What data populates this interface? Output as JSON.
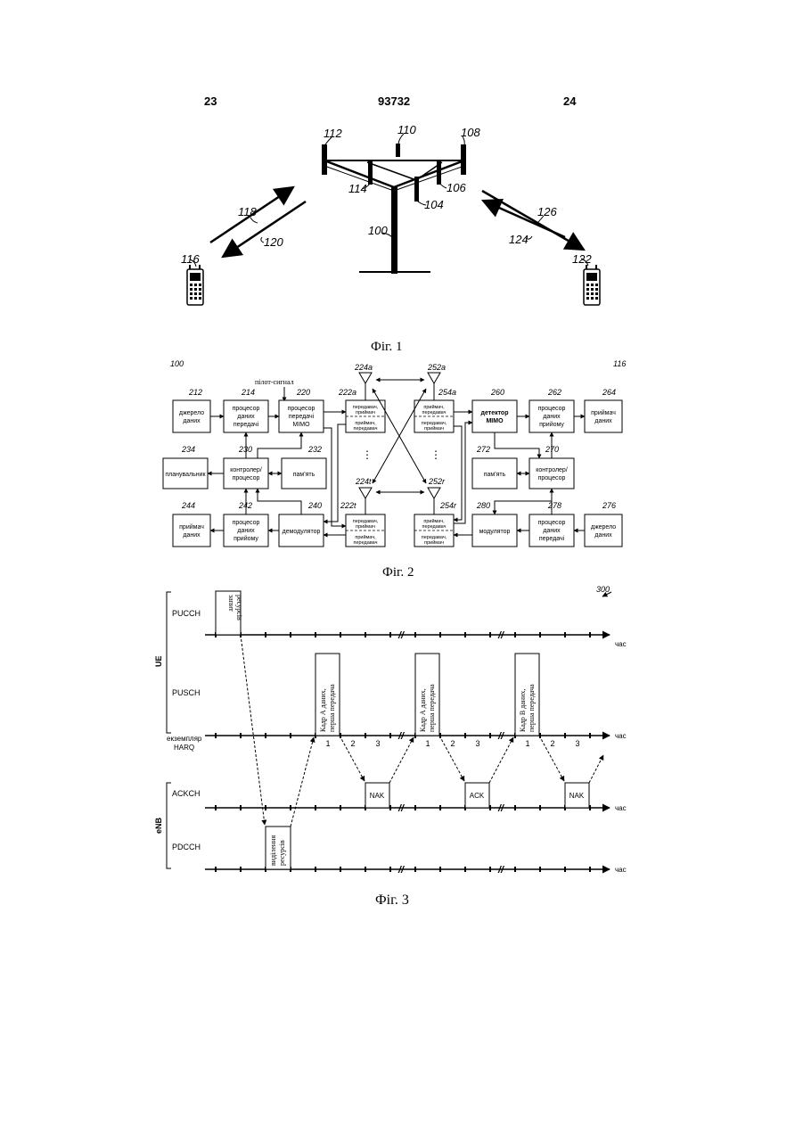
{
  "header": {
    "left": "23",
    "center": "93732",
    "right": "24"
  },
  "fig1": {
    "caption": "Фіг. 1",
    "refs": {
      "r112": "112",
      "r110": "110",
      "r108": "108",
      "r114": "114",
      "r106": "106",
      "r104": "104",
      "r118": "118",
      "r120": "120",
      "r126": "126",
      "r124": "124",
      "r100": "100",
      "r116": "116",
      "r122": "122"
    }
  },
  "fig2": {
    "caption": "Фіг. 2",
    "pilot": "пілот-сигнал",
    "dots": "⋮",
    "refs": {
      "r100": "100",
      "r116": "116",
      "r212": "212",
      "r214": "214",
      "r220": "220",
      "r222a": "222а",
      "r224a": "224а",
      "r252a": "252а",
      "r254a": "254а",
      "r260": "260",
      "r262": "262",
      "r264": "264",
      "r234": "234",
      "r230": "230",
      "r232": "232",
      "r272": "272",
      "r270": "270",
      "r224t": "224t",
      "r252r": "252r",
      "r244": "244",
      "r242": "242",
      "r240": "240",
      "r222t": "222t",
      "r254r": "254r",
      "r280": "280",
      "r278": "278",
      "r276": "276"
    },
    "boxes": {
      "src_l": [
        "джерело",
        "даних"
      ],
      "txproc_l": [
        "процесор",
        "даних",
        "передачі"
      ],
      "mimo_tx": [
        "процесор",
        "передачі",
        "MIMO"
      ],
      "xcv_a_top": [
        "передавач,",
        "приймач"
      ],
      "xcv_a_bot": [
        "приймач,",
        "передавач"
      ],
      "xcv_r1_top": [
        "приймач,",
        "передавач"
      ],
      "xcv_r1_bot": [
        "передавач,",
        "приймач"
      ],
      "mimo_det": [
        "детектор",
        "MIMO"
      ],
      "rxproc_r": [
        "процесор",
        "даних",
        "прийому"
      ],
      "sink_r": [
        "приймач",
        "даних"
      ],
      "sched": [
        "планувальник"
      ],
      "ctrl_l": [
        "контролер/",
        "процесор"
      ],
      "mem_l": [
        "пам'ять"
      ],
      "mem_r": [
        "пам'ять"
      ],
      "ctrl_r": [
        "контролер/",
        "процесор"
      ],
      "sink_l": [
        "приймач",
        "даних"
      ],
      "rxproc_l": [
        "процесор",
        "даних",
        "прийому"
      ],
      "demod": [
        "демодулятор"
      ],
      "xcv_t_top": [
        "передавач,",
        "приймач"
      ],
      "xcv_t_bot": [
        "приймач,",
        "передавач"
      ],
      "xcv_r2_top": [
        "приймач,",
        "передавач"
      ],
      "xcv_r2_bot": [
        "передавач,",
        "приймач"
      ],
      "mod": [
        "модулятор"
      ],
      "txproc_r": [
        "процесор",
        "даних",
        "передачі"
      ],
      "src_r": [
        "джерело",
        "даних"
      ]
    }
  },
  "fig3": {
    "caption": "Фіг. 3",
    "ref": "300",
    "ue": "UE",
    "enb": "eNB",
    "pucch": "PUCCH",
    "pusch": "PUSCH",
    "ackch": "ACKCH",
    "pdcch": "PDCCH",
    "harq": [
      "екземпляр",
      "HARQ"
    ],
    "time": "час",
    "req": [
      "запит",
      "ресурсів"
    ],
    "grant": [
      "виділення",
      "ресурсів"
    ],
    "frameA": [
      "Кадр А даних,",
      "перша передача"
    ],
    "frameB": [
      "Кадр В даних,",
      "перша передача"
    ],
    "nak": "NAK",
    "ack": "ACK",
    "n1": "1",
    "n2": "2",
    "n3": "3"
  }
}
